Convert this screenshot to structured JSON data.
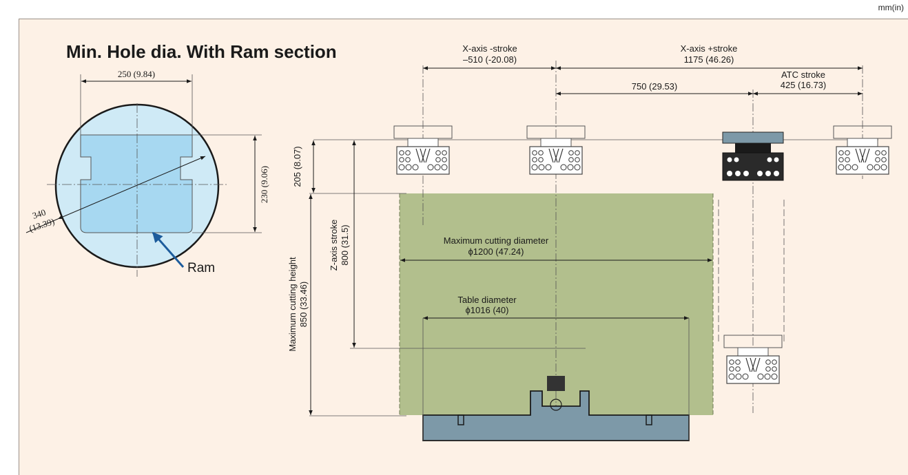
{
  "unit_label": "mm(in)",
  "title": "Min. Hole dia. With Ram section",
  "section": {
    "width_dim": "250 (9.84)",
    "height_dim": "230 (9.06)",
    "diag_dim_1": "340",
    "diag_dim_2": "(13.39)",
    "ram_label": "Ram"
  },
  "dimensions": {
    "x_minus_label": "X-axis -stroke",
    "x_minus_value": "–510 (-20.08)",
    "x_plus_label": "X-axis +stroke",
    "x_plus_value": "1175 (46.26)",
    "atc_to_center": "750 (29.53)",
    "atc_label": "ATC stroke",
    "atc_value": "425 (16.73)",
    "z_offset": "205 (8.07)",
    "z_stroke_label": "Z-axis stroke",
    "z_stroke_value": "800 (31.5)",
    "max_height_label": "Maximum cutting height",
    "max_height_value": "850 (33.46)",
    "max_dia_label": "Maximum cutting diameter",
    "max_dia_value": "ϕ1200 (47.24)",
    "table_dia_label": "Table diameter",
    "table_dia_value": "ϕ1016 (40)"
  },
  "colors": {
    "panel_bg": "#fdf1e6",
    "circle_fill": "#cfeaf6",
    "ram_fill": "#a7d8f1",
    "work_area": "#b2bf8d",
    "table": "#7d99a8",
    "arrow_blue": "#1d5c9c"
  }
}
